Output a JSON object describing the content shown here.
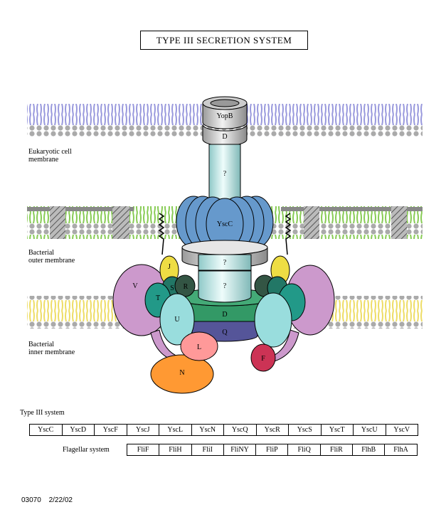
{
  "title": "TYPE III SECRETION SYSTEM",
  "membranes": {
    "eukaryotic": [
      "Eukaryotic cell",
      "membrane"
    ],
    "outer": [
      "Bacterial",
      "outer membrane"
    ],
    "inner": [
      "Bacterial",
      "inner membrane"
    ]
  },
  "components": {
    "yopb": "YopB",
    "d_top": "D",
    "q_upper": "?",
    "yscc": "YscC",
    "q_mid": "?",
    "q_low": "?",
    "j": "J",
    "v": "V",
    "t": "T",
    "s": "S",
    "r": "R",
    "u": "U",
    "d_base": "D",
    "q_base": "Q",
    "l": "L",
    "n": "N",
    "f": "F"
  },
  "tables": {
    "type3_label": "Type III system",
    "type3": [
      "YscC",
      "YscD",
      "YscF",
      "YscJ",
      "YscL",
      "YscN",
      "YscQ",
      "YscR",
      "YscS",
      "YscT",
      "YscU",
      "YscV"
    ],
    "flagellar_label": "Flagellar system",
    "flagellar": [
      "FliF",
      "FliH",
      "FliI",
      "FliNY",
      "FliP",
      "FliQ",
      "FliR",
      "FlhB",
      "FlhA"
    ]
  },
  "footer": {
    "id": "03070",
    "date": "2/22/02"
  },
  "colors": {
    "eukaryotic_lipid": "#9999dd",
    "outer_lipid": "#88cc55",
    "inner_lipid": "#eedd66",
    "yscc": "#6699cc",
    "needle": "#ccefee",
    "v": "#cc99cc",
    "t": "#229988",
    "u": "#99dddd",
    "d_base": "#339966",
    "q_base": "#555599",
    "l": "#ff9999",
    "n": "#ff9933",
    "f": "#cc3355",
    "j": "#eedd44"
  }
}
